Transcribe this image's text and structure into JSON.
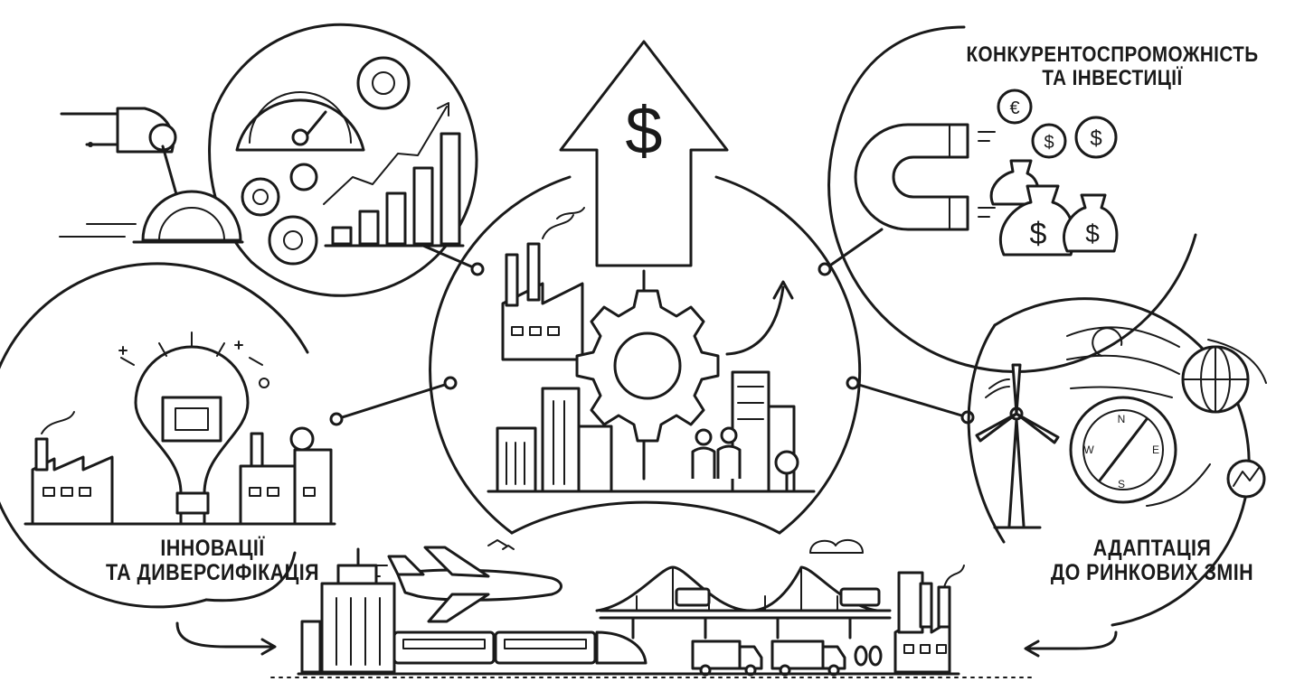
{
  "labels": {
    "competitiveness_line1": "КОНКУРЕНТОСПРОМОЖНІСТЬ",
    "competitiveness_line2": "ТА ІНВЕСТИЦІЇ",
    "innovation_line1": "ІННОВАЦІЇ",
    "innovation_line2": "ТА ДИВЕРСИФІКАЦІЯ",
    "adaptation_line1": "АДАПТАЦІЯ",
    "adaptation_line2": "ДО РИНКОВИХ ЗМІН"
  },
  "symbols": {
    "dollar": "$",
    "euro": "€",
    "compass_n": "N",
    "compass_s": "S",
    "compass_e": "E",
    "compass_w": "W"
  },
  "colors": {
    "line": "#1a1a1a",
    "background": "#ffffff"
  }
}
